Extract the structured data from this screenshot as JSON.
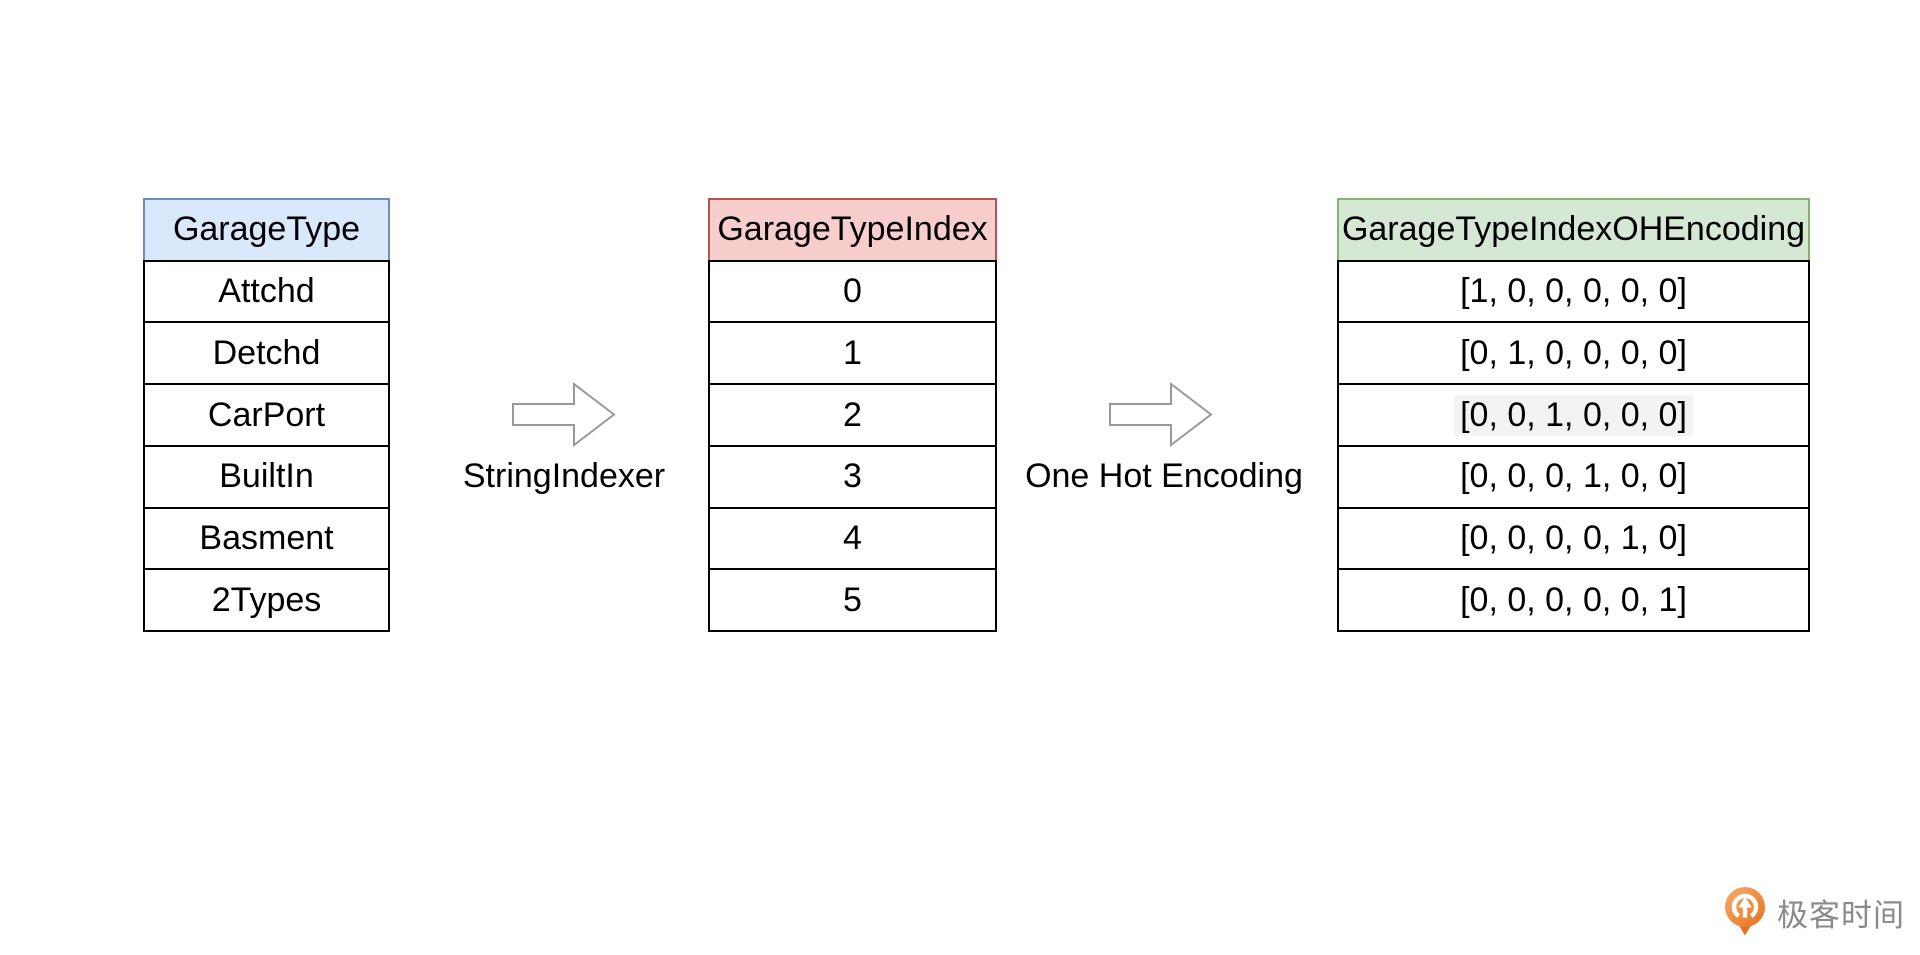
{
  "diagram": {
    "tables": [
      {
        "header": "GarageType",
        "theme": "blue",
        "rows": [
          "Attchd",
          "Detchd",
          "CarPort",
          "BuiltIn",
          "Basment",
          "2Types"
        ]
      },
      {
        "header": "GarageTypeIndex",
        "theme": "red",
        "rows": [
          "0",
          "1",
          "2",
          "3",
          "4",
          "5"
        ]
      },
      {
        "header": "GarageTypeIndexOHEncoding",
        "theme": "green",
        "rows": [
          "[1, 0, 0, 0, 0, 0]",
          "[0, 1, 0, 0, 0, 0]",
          "[0, 0, 1, 0, 0, 0]",
          "[0, 0, 0, 1, 0, 0]",
          "[0, 0, 0, 0, 1, 0]",
          "[0, 0, 0, 0, 0, 1]"
        ],
        "highlighted_row": 2
      }
    ],
    "arrows": [
      {
        "label": "StringIndexer"
      },
      {
        "label": "One Hot Encoding"
      }
    ],
    "colors": {
      "blue_fill": "#dae8fc",
      "blue_border": "#6c8ebf",
      "red_fill": "#f8cecc",
      "red_border": "#b85450",
      "green_fill": "#d5e8d4",
      "green_border": "#82b366",
      "cell_border": "#000000",
      "arrow_stroke": "#999999",
      "row_highlight": "#f3f3f6",
      "logo_orange": "#e8701e",
      "logo_text_gray": "#8a8a8a"
    }
  },
  "logo": {
    "text": "极客时间",
    "icon": "geektime-pin-icon"
  }
}
